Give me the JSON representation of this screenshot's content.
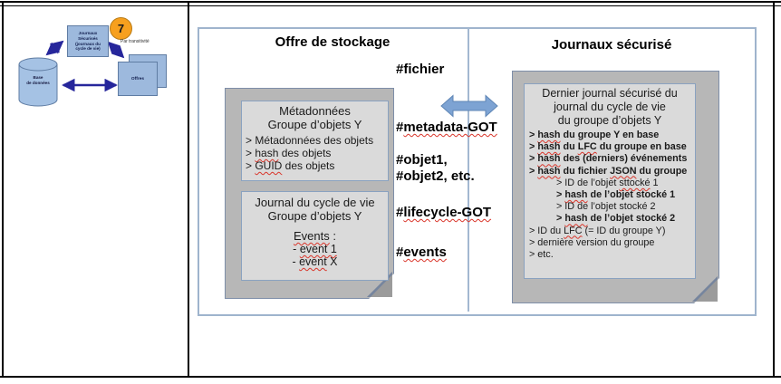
{
  "colors": {
    "frame": "#000000",
    "figure_border": "#9fb4cd",
    "note_fill": "#b7b7b7",
    "note_border": "#7e8ea8",
    "card_fill": "#dadada",
    "card_border": "#8aa2c0",
    "mini_shape_fill": "#9db9dd",
    "mini_shape_border": "#5f7ca3",
    "navy_arrow": "#26269b",
    "blue_arrow": "#7da3d3",
    "badge_fill": "#f7a01e",
    "squiggle": "#d9352a"
  },
  "mini_diagram": {
    "database_label_line1": "Base",
    "database_label_line2": "de données",
    "journals_box_line1": "Journaux",
    "journals_box_line2": "Sécurisés",
    "journals_box_line3": "(journaux du",
    "journals_box_line4": "cycle de vie)",
    "step_badge": "7",
    "transitivity_label": "Par transitivité",
    "offers_label": "Offres"
  },
  "storage_panel": {
    "title": "Offre de stockage",
    "metadata_card": {
      "title_line1": "Métadonnées",
      "title_line2": "Groupe d’objets Y",
      "items": [
        "> Métadonnées des objets",
        "> ~hash~ des objets",
        "> ~GUID~ des objets"
      ]
    },
    "lifecycle_card": {
      "title_line1": "Journal du cycle de vie",
      "title_line2": "Groupe d’objets Y",
      "events_heading": "~Events~ :",
      "events": [
        "- ~event 1~",
        "- ~event~ X"
      ]
    }
  },
  "hashtag_labels": {
    "fichier": "#fichier",
    "metadata_got": "#~metadata-GOT~",
    "objet1": "#objet1,",
    "objet2": "#objet2, etc.",
    "lifecycle_got": "#~lifecycle-GOT~",
    "events": "#~events~"
  },
  "journals_panel": {
    "title": "Journaux sécurisé",
    "card_title_line1": "Dernier journal sécurisé du",
    "card_title_line2": "journal du cycle de vie",
    "card_title_line3": "du groupe d’objets Y",
    "items": [
      "> ~hash~ du groupe Y en base",
      "> ~hash~ du ~LFC~ du groupe en base",
      "> ~hash~ des (derniers) événements",
      "> ~hash~ du fichier ~JSON~ du groupe",
      "> ID de l’objet ~sttocké~ 1",
      "> ~hash~ de l’objet stocké 1",
      "> ID de l’objet stocké 2",
      "> ~hash~ de l’objet stocké 2",
      "> ID du ~LFC~ (= ID du groupe Y)",
      "> dernière version du groupe",
      "> etc."
    ]
  }
}
